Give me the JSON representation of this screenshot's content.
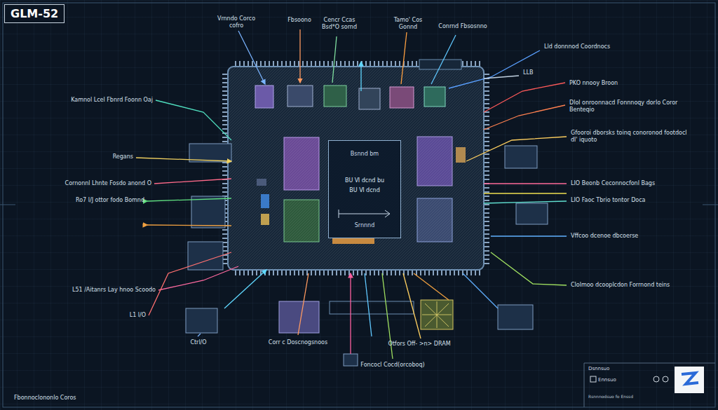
{
  "diagram": {
    "title": "GLM-52",
    "nodes": [
      {
        "text": [
          "Bsnnd bm",
          "BU Ⅵ dcnd bu",
          "BU Ⅵ dcnd",
          "Srnnnd"
        ]
      },
      {
        "text": [
          "Dsnnsuo",
          "Ennsuo",
          "Rsnnnodsuo fo Enssd"
        ]
      }
    ],
    "labels": [
      "Vrnndo Corco cofro",
      "Fbsoono",
      "Cencr Ccas Bsd*O sornd",
      "Tamo' Cos Gonnd",
      "Conrnd Fbsosnno",
      "Lld donnnod Coordnocs",
      "LLB",
      "PKO nnooy Broon",
      "Dlol onroonnacd Fonnnoqy dorlo Coror Benteqio",
      "Gfooroi dborsks toinq conoronod footdocl dl' iquoto",
      "LIO Beonb Ceconnocfonl Bags",
      "LIO Faoc Tbrio tontor Doca",
      "Vffcoo dcenoe dbcoerse",
      "Clolmoo dcooplcdon Forrnond teins",
      "Kamnol Lcel Fbnrd Foonn Oaj",
      "Regans",
      "Cornonnl Lhnte Fosdo anond O",
      "Ro7 l/J ottor fodo Bomnd",
      "L51 /Aitanrs Lay hnoo Scoodo",
      "L1 l/O",
      "Ctrl/O",
      "Corr c Doscnogsnoos",
      "Otfors Off- >n> DRAM",
      "Foncocl Cocd(orcoboq)",
      "Fbonnoclononlo Coros"
    ]
  }
}
